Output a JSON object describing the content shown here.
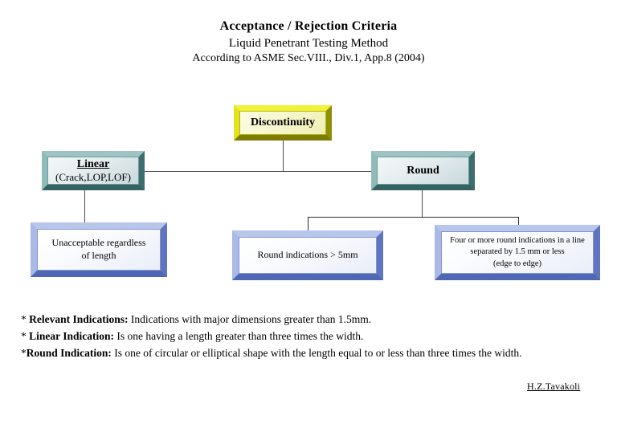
{
  "title": {
    "main": "Acceptance / Rejection Criteria",
    "sub": "Liquid Penetrant Testing Method",
    "sub2": "According to ASME Sec.VIII., Div.1, App.8 (2004)"
  },
  "nodes": {
    "discontinuity": {
      "label": "Discontinuity"
    },
    "linear": {
      "label": "Linear",
      "sublabel": "(Crack,LOP,LOF)"
    },
    "round": {
      "label": "Round"
    },
    "linear_leaf": {
      "line1": "Unacceptable regardless",
      "line2": "of length"
    },
    "round_leaf_1": {
      "line1": "Round indications > 5mm"
    },
    "round_leaf_2": {
      "line1": "Four or more round indications in a line",
      "line2": "separated by 1.5 mm or less",
      "line3": "(edge to edge)"
    }
  },
  "notes": [
    {
      "marker": "* ",
      "term": "Relevant Indications:",
      "text": " Indications with major dimensions greater than 1.5mm."
    },
    {
      "marker": "* ",
      "term": "Linear Indication:",
      "text": " Is one having a length greater than three times the width."
    },
    {
      "marker": "*",
      "term": "Round Indication:",
      "text": "  Is one of circular or elliptical shape with the length equal to or less than three times the width."
    }
  ],
  "signature": "H.Z.Tavakoli",
  "colors": {
    "yellow_node": "#c9c90c",
    "teal_node": "#5e8f90",
    "blue_node": "#8fa2d9",
    "connector": "#4a4a4a"
  }
}
